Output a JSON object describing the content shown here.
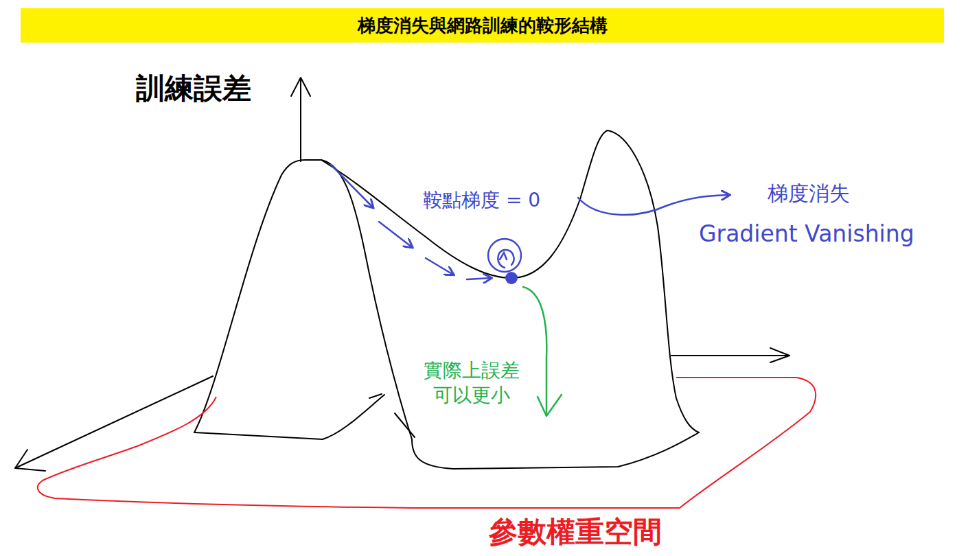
{
  "diagram": {
    "title": "梯度消失與網路訓練的鞍形結構",
    "labels": [
      "訓練誤差",
      "鞍點梯度 = 0",
      "梯度消失",
      "Gradient Vanishing",
      "實際上誤差 可以更小",
      "參數權重空間"
    ]
  }
}
